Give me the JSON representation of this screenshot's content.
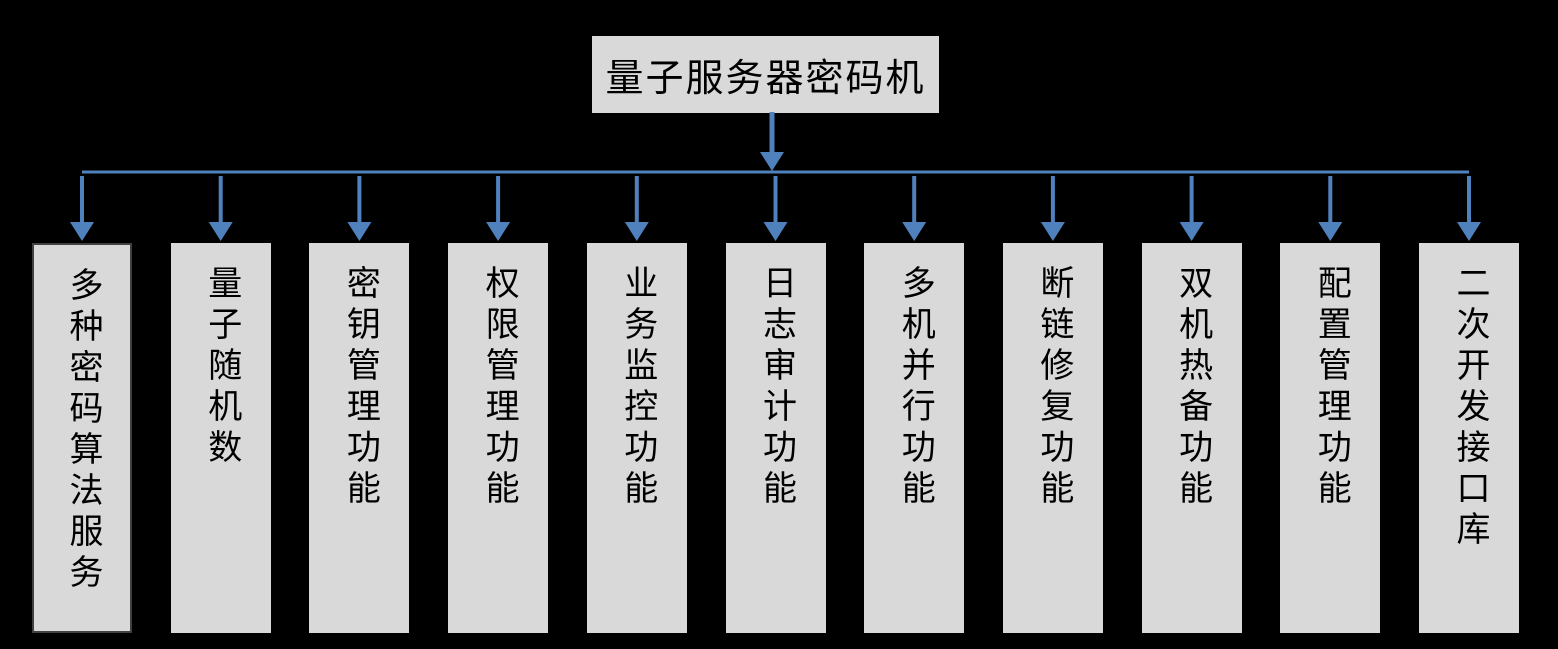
{
  "diagram": {
    "type": "tree",
    "root": {
      "label": "量子服务器密码机"
    },
    "children": [
      {
        "label": "多种密码算法服务"
      },
      {
        "label": "量子随机数"
      },
      {
        "label": "密钥管理功能"
      },
      {
        "label": "权限管理功能"
      },
      {
        "label": "业务监控功能"
      },
      {
        "label": "日志审计功能"
      },
      {
        "label": "多机并行功能"
      },
      {
        "label": "断链修复功能"
      },
      {
        "label": "双机热备功能"
      },
      {
        "label": "配置管理功能"
      },
      {
        "label": "二次开发接口库"
      }
    ],
    "colors": {
      "background": "#000000",
      "box_fill": "#d9d9d9",
      "box_text": "#000000",
      "arrow": "#4f81bd",
      "first_box_border": "#404040"
    }
  }
}
